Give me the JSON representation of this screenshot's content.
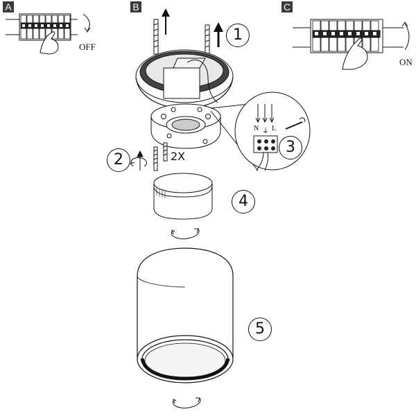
{
  "panels": {
    "a": {
      "letter": "A",
      "state": "OFF"
    },
    "b": {
      "letter": "B"
    },
    "c": {
      "letter": "C",
      "state": "ON"
    }
  },
  "steps": [
    "1",
    "2",
    "3",
    "4",
    "5"
  ],
  "screw_quantity": "2X",
  "terminal_labels": {
    "neutral": "N",
    "earth": "⏚",
    "live": "L"
  }
}
